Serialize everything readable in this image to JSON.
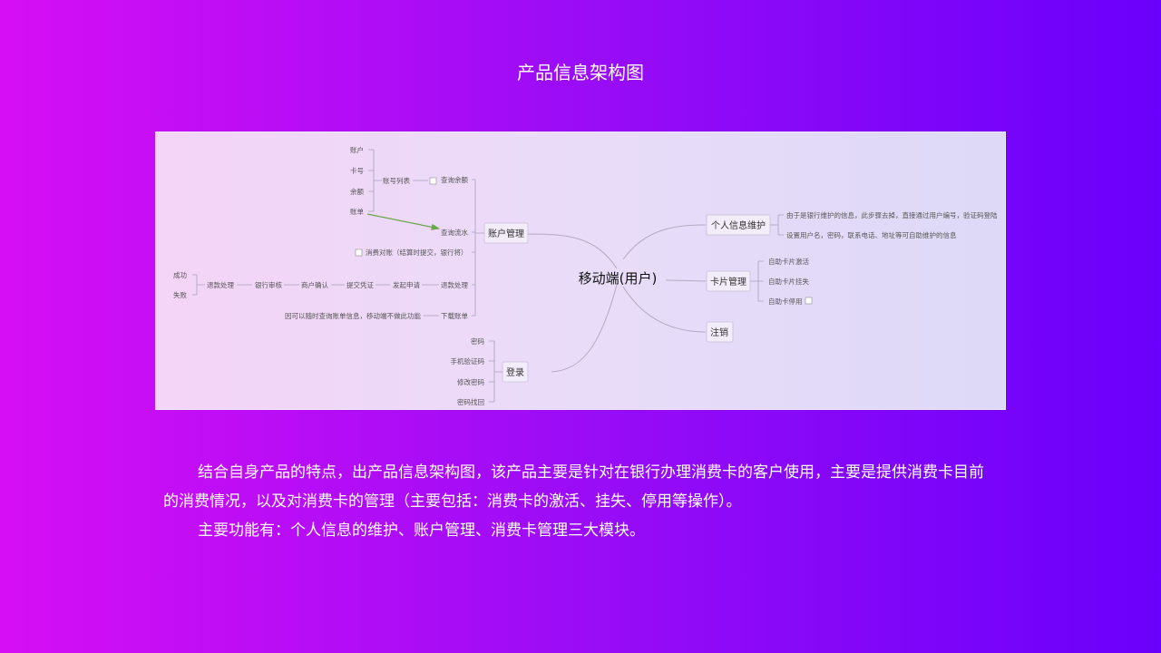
{
  "title": "产品信息架构图",
  "mindmap": {
    "root": "移动端(用户)",
    "account_branch": {
      "label": "账户管理",
      "query_balance": "查询余额",
      "account_list": "账号列表",
      "account_fields": [
        "账户",
        "卡号",
        "余额",
        "账单"
      ],
      "query_flow": "查询流水",
      "reconcile": "消费对账（结算时提交，银行将）",
      "refund": "退款处理",
      "refund_chain": [
        "发起申请",
        "提交凭证",
        "商户确认",
        "银行审核",
        "退款处理"
      ],
      "refund_results": [
        "成功",
        "失败"
      ],
      "download": "下载账单",
      "download_note": "因可以随时查询账单信息，移动端不做此功能"
    },
    "login_branch": {
      "label": "登录",
      "items": [
        "密码",
        "手机验证码",
        "修改密码",
        "密码找回"
      ]
    },
    "personal_branch": {
      "label": "个人信息维护",
      "items": [
        "由于是银行维护的信息，此步骤去掉，直接通过用户编号，验证码登陆",
        "设置用户名，密码，联系电话、地址等可自助维护的信息"
      ]
    },
    "card_branch": {
      "label": "卡片管理",
      "items": [
        "自助卡片激活",
        "自助卡片挂失",
        "自助卡停用"
      ]
    },
    "cancel_branch": {
      "label": "注销"
    },
    "colors": {
      "arrow": "#6aa84f"
    }
  },
  "description": {
    "paragraph1": "结合自身产品的特点，出产品信息架构图，该产品主要是针对在银行办理消费卡的客户使用，主要是提供消费卡目前的消费情况，以及对消费卡的管理（主要包括：消费卡的激活、挂失、停用等操作）。",
    "paragraph2": "主要功能有：个人信息的维护、账户管理、消费卡管理三大模块。"
  }
}
